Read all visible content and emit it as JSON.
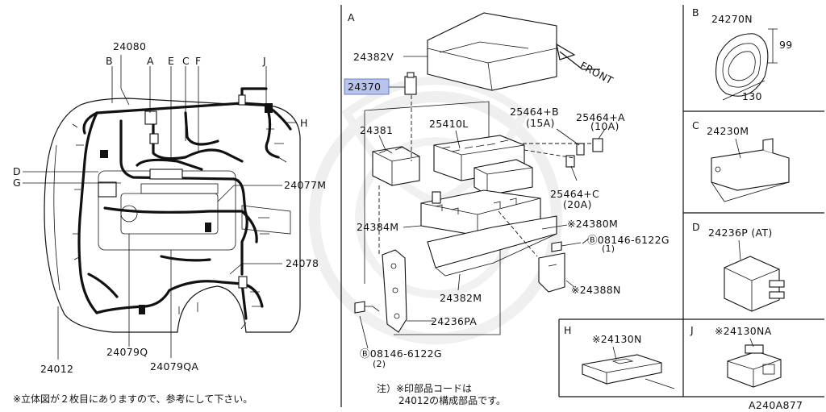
{
  "left_panel": {
    "callouts": [
      "24080",
      "B",
      "A",
      "E",
      "C",
      "F",
      "J",
      "H",
      "D",
      "G",
      "24077M",
      "24078",
      "24012",
      "24079Q",
      "24079QA"
    ],
    "footnote": "※立体図が２枚目にありますので、参考にして下さい。"
  },
  "panel_a": {
    "letter": "A",
    "callouts": [
      "24382V",
      "24370",
      "24381",
      "25410L",
      "25464+B",
      "(15A)",
      "25464+A",
      "(10A)",
      "25464+C",
      "(20A)",
      "24384M",
      "※24380M",
      "Ⓑ08146-6122G",
      "(1)",
      "※24388N",
      "24382M",
      "24236PA",
      "Ⓑ08146-6122G",
      "(2)"
    ],
    "front_label": "FRONT",
    "highlighted": "24370",
    "note_line1": "注）※印部品コードは",
    "note_line2": "24012の構成部品です。"
  },
  "panel_b": {
    "letter": "B",
    "part": "24270N",
    "dim_height": "99",
    "dim_width": "130"
  },
  "panel_c": {
    "letter": "C",
    "part": "24230M"
  },
  "panel_d": {
    "letter": "D",
    "part": "24236P (AT)"
  },
  "panel_h": {
    "letter": "H",
    "part": "※24130N"
  },
  "panel_j": {
    "letter": "J",
    "part": "※24130NA"
  },
  "drawing_code": "A240A877",
  "colors": {
    "line": "#111111",
    "highlight_fill": "#b9c4ea",
    "highlight_border": "#6b7fc8",
    "watermark": "#eeeeee"
  }
}
